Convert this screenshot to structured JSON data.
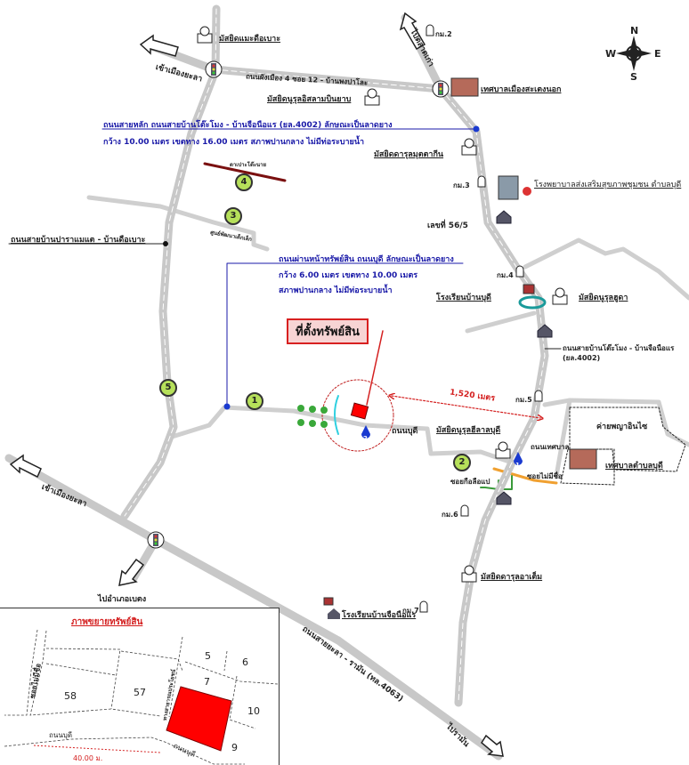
{
  "compass": {
    "n": "N",
    "s": "S",
    "e": "E",
    "w": "W"
  },
  "directions": {
    "to_yala_top": "เข้าเมืองยะลา",
    "to_old_market": "ไปตลาดเก่า",
    "to_yala_bottom": "เข้าเมืองยะลา",
    "to_betong": "ไปอำเภอเบตง",
    "to_raman": "ไปรามัน"
  },
  "roads": {
    "top_road": "ถนนผังเมือง 4 ซอย 12 - บ้านพงปาโละ",
    "main_road_vertical": "ถนนสายบ้านโต๊ะโมง - บ้านจือนือแร (ยล.4002)",
    "west_road": "ถนนสายบ้านปาราแมแต - บ้านดือเบาะ",
    "budi_road": "ถนนบุดี",
    "municipal_road": "ถนนเทศบาล",
    "soi_kulue": "ซอยกือลือแป",
    "soi_unnamed": "ซอยไม่มีชื่อ",
    "highway": "ถนนสายยะลา - รามัน (ทล.4063)"
  },
  "notes": {
    "main_road_line1": "ถนนสายหลัก ถนนสายบ้านโต๊ะโมง - บ้านจือนือแร (ยล.4002) ลักษณะเป็นลาดยาง",
    "main_road_line2": "กว้าง 10.00 เมตร เขตทาง 16.00 เมตร สภาพปานกลาง ไม่มีท่อระบายน้ำ",
    "front_road_line1": "ถนนผ่านหน้าทรัพย์สิน ถนนบุดี ลักษณะเป็นลาดยาง",
    "front_road_line2": "กว้าง 6.00 เมตร เขตทาง 10.00 เมตร",
    "front_road_line3": "สภาพปานกลาง ไม่มีท่อระบายน้ำ"
  },
  "landmarks": {
    "mosque_dueboh": "มัสยิดแมะดือเบาะ",
    "mosque_nurul_islam": "มัสยิดนูรุลอิสลามบินยาบ",
    "municipality_sateng": "เทศบาลเมืองสะเตงนอก",
    "mosque_darul_muttakin": "มัสยิดดารุลมุตตากีน",
    "hospital": "โรงพยาบาลส่งเสริมสุขภาพชุมชน ตำบลบุดี",
    "house_no": "เลขที่ 56/5",
    "school_budi": "โรงเรียนบ้านบุดี",
    "mosque_nurul_huda": "มัสยิดนูรุลฮูดา",
    "tapa_tonai": "ตาเปาะโต๊ะนาย",
    "child_center": "ศูนย์พัฒนาเด็กเล็ก",
    "mosque_nurul_hilal": "มัสยิดนูรุลฮีลาลบุดี",
    "camp": "ค่ายพญาอินไซ",
    "municipality_budi": "เทศบาลตำบลบุดี",
    "mosque_aten": "มัสยิดดารุลอาเต็ม",
    "school_juenuere": "โรงเรียนบ้านจือนือแร"
  },
  "km_markers": [
    "กม.2",
    "กม.3",
    "กม.4",
    "กม.5",
    "กม.6",
    "กม.7"
  ],
  "property": {
    "label": "ที่ตั้งทรัพย์สิน",
    "distance": "1,520 เมตร",
    "color": "#ff0000"
  },
  "numbered_points": [
    "1",
    "2",
    "3",
    "4",
    "5"
  ],
  "pin_labels": [
    "1",
    "2"
  ],
  "inset": {
    "title": "ภาพขยายทรัพย์สิน",
    "parcels": [
      "58",
      "57",
      "5",
      "6",
      "7",
      "10",
      "9"
    ],
    "soi_unnamed": "ซอยไม่มีชื่อ",
    "public_path": "ทางสาธารณประโยชน์",
    "road_1": "ถนนบุดี",
    "road_2": "ถนนบุดี",
    "frontage": "40.00 ม."
  }
}
